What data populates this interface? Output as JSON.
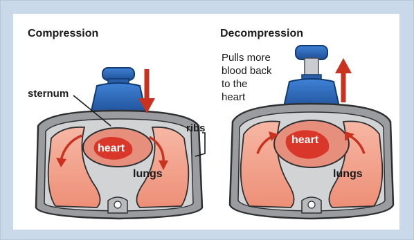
{
  "panels": {
    "compression": {
      "title": "Compression",
      "labels": {
        "sternum": "sternum",
        "ribs": "ribs",
        "heart": "heart",
        "lungs": "lungs"
      }
    },
    "decompression": {
      "title": "Decompression",
      "caption_lines": [
        "Pulls more",
        "blood back",
        "to the",
        "heart"
      ],
      "labels": {
        "heart": "heart",
        "lungs": "lungs"
      }
    }
  },
  "colors": {
    "page_background": "#c9d9ea",
    "panel_background": "#ffffff",
    "arrow": "#c8321e",
    "device_blue": "#2d6cc0",
    "lung": "#f2a08a",
    "heart": "#d8372a",
    "rib": "#7b7d80"
  }
}
